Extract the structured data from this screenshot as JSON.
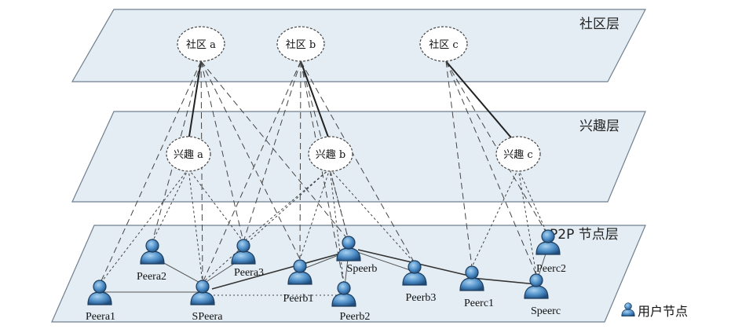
{
  "layers": {
    "community": "社区层",
    "interest": "兴趣层",
    "p2p": "P2P 节点层"
  },
  "communities": [
    {
      "id": "ca",
      "label": "社区 a"
    },
    {
      "id": "cb",
      "label": "社区 b"
    },
    {
      "id": "cc",
      "label": "社区 c"
    }
  ],
  "interests": [
    {
      "id": "ia",
      "label": "兴趣 a"
    },
    {
      "id": "ib",
      "label": "兴趣 b"
    },
    {
      "id": "ic",
      "label": "兴趣 c"
    }
  ],
  "peers": [
    {
      "id": "peera1",
      "label": "Peera1"
    },
    {
      "id": "peera2",
      "label": "Peera2"
    },
    {
      "id": "speera",
      "label": "SPeera"
    },
    {
      "id": "peera3",
      "label": "Peera3"
    },
    {
      "id": "peerb1",
      "label": "Peerb1"
    },
    {
      "id": "speerb",
      "label": "Speerb"
    },
    {
      "id": "peerb2",
      "label": "Peerb2"
    },
    {
      "id": "peerb3",
      "label": "Peerb3"
    },
    {
      "id": "peerc1",
      "label": "Peerc1"
    },
    {
      "id": "speerc",
      "label": "Speerc"
    },
    {
      "id": "peerc2",
      "label": "Peerc2"
    }
  ],
  "legend": {
    "icon": "user-icon",
    "label": "用户节点"
  },
  "colors": {
    "plane": "#e4edf4",
    "user_icon": "#4f8fc8"
  }
}
